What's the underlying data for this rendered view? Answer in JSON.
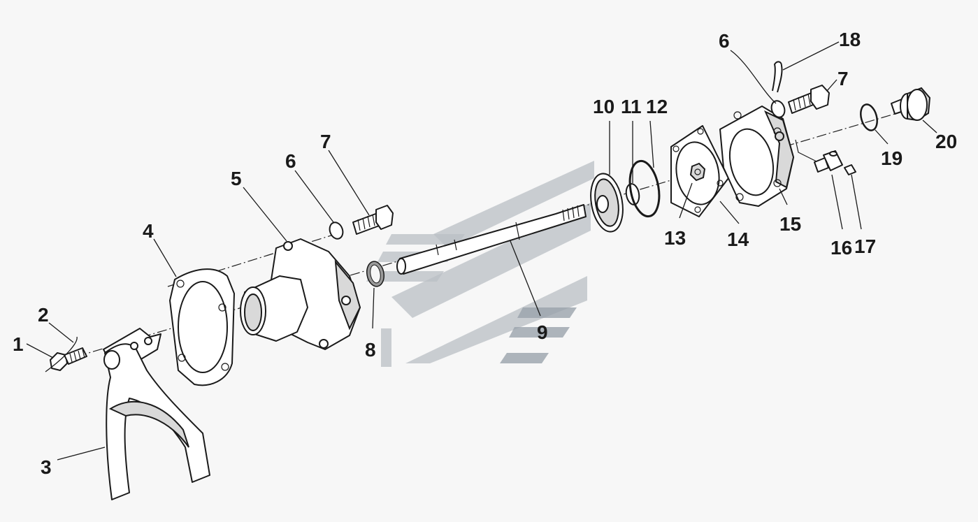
{
  "diagram": {
    "callouts": [
      "1",
      "2",
      "3",
      "4",
      "5",
      "6",
      "7",
      "8",
      "9",
      "10",
      "11",
      "12",
      "13",
      "14",
      "15",
      "16",
      "17",
      "18",
      "19",
      "20",
      "6",
      "7"
    ]
  },
  "colors": {
    "background": "#f7f7f7",
    "ink": "#1a1a1a",
    "watermark": "#b9bfc4"
  }
}
